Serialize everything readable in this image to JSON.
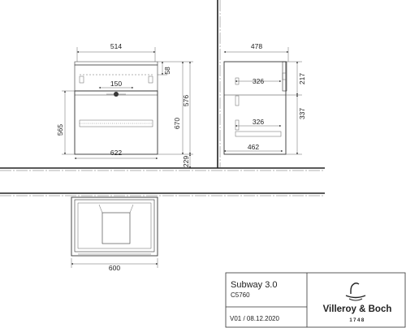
{
  "dimensions": {
    "front_top_width": "514",
    "side_depth_top": "478",
    "front_drawer_height": "58",
    "front_inner_width": "150",
    "front_height_upper": "576",
    "front_height_total": "670",
    "front_height_left": "565",
    "front_width_bottom": "622",
    "wall_to_floor": "229",
    "side_inner_top": "326",
    "side_inner_bottom": "326",
    "side_height_top": "217",
    "side_height_bottom": "337",
    "side_depth_bottom": "462",
    "plan_width": "600"
  },
  "title_block": {
    "product_name": "Subway 3.0",
    "product_code": "C5760",
    "revision": "V01 / 08.12.2020",
    "brand": "Villeroy & Boch",
    "brand_year": "1748"
  }
}
